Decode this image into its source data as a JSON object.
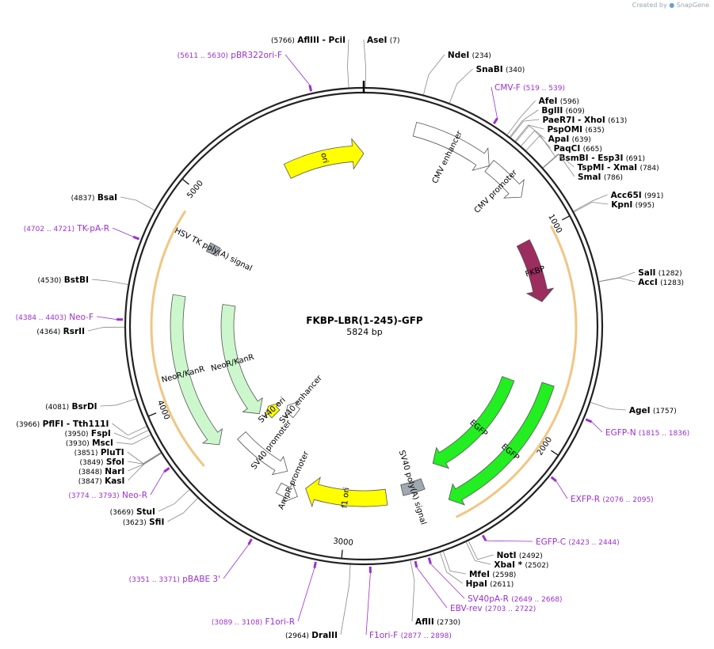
{
  "brand": {
    "prefix": "Created by",
    "name": "SnapGene"
  },
  "plasmid": {
    "name": "FKBP-LBR(1-245)-GFP",
    "length_label": "5824 bp",
    "length": 5824
  },
  "colors": {
    "backbone": "#222222",
    "primer": "#9b30d0",
    "site": "#000000",
    "ori": "#ffff00",
    "fkbp": "#9b2d5f",
    "egfp": "#22ee22",
    "neo": "#ccf7cc",
    "orf": "#e8a030"
  },
  "ticks": [
    {
      "label": "1000",
      "bp": 1000
    },
    {
      "label": "2000",
      "bp": 2000
    },
    {
      "label": "3000",
      "bp": 3000
    },
    {
      "label": "4000",
      "bp": 4000
    },
    {
      "label": "5000",
      "bp": 5000
    }
  ],
  "sites": [
    {
      "name": "AflIII",
      "name2": "PciI",
      "pos": "(5766)",
      "bp": 5766,
      "side": "L"
    },
    {
      "name": "AseI",
      "pos": "(7)",
      "bp": 7,
      "side": "R"
    },
    {
      "name": "NdeI",
      "pos": "(234)",
      "bp": 234,
      "side": "R"
    },
    {
      "name": "SnaBI",
      "pos": "(340)",
      "bp": 340,
      "side": "R"
    },
    {
      "name": "AfeI",
      "pos": "(596)",
      "bp": 596,
      "side": "R"
    },
    {
      "name": "BglII",
      "pos": "(609)",
      "bp": 609,
      "side": "R"
    },
    {
      "name": "PaeR7I",
      "name2": "XhoI",
      "pos": "(613)",
      "bp": 613,
      "side": "R"
    },
    {
      "name": "PspOMI",
      "pos": "(635)",
      "bp": 635,
      "side": "R"
    },
    {
      "name": "ApaI",
      "pos": "(639)",
      "bp": 639,
      "side": "R"
    },
    {
      "name": "PaqCI",
      "pos": "(665)",
      "bp": 665,
      "side": "R"
    },
    {
      "name": "BsmBI",
      "name2": "Esp3I",
      "pos": "(691)",
      "bp": 691,
      "side": "R"
    },
    {
      "name": "TspMI",
      "name2": "XmaI",
      "pos": "(784)",
      "bp": 784,
      "side": "R"
    },
    {
      "name": "SmaI",
      "pos": "(786)",
      "bp": 786,
      "side": "R"
    },
    {
      "name": "Acc65I",
      "pos": "(991)",
      "bp": 991,
      "side": "R"
    },
    {
      "name": "KpnI",
      "pos": "(995)",
      "bp": 995,
      "side": "R"
    },
    {
      "name": "SalI",
      "pos": "(1282)",
      "bp": 1282,
      "side": "R"
    },
    {
      "name": "AccI",
      "pos": "(1283)",
      "bp": 1283,
      "side": "R"
    },
    {
      "name": "AgeI",
      "pos": "(1757)",
      "bp": 1757,
      "side": "R"
    },
    {
      "name": "NotI",
      "pos": "(2492)",
      "bp": 2492,
      "side": "R"
    },
    {
      "name": "XbaI *",
      "pos": "(2502)",
      "bp": 2502,
      "side": "R"
    },
    {
      "name": "MfeI",
      "pos": "(2598)",
      "bp": 2598,
      "side": "R"
    },
    {
      "name": "HpaI",
      "pos": "(2611)",
      "bp": 2611,
      "side": "R"
    },
    {
      "name": "AflII",
      "pos": "(2730)",
      "bp": 2730,
      "side": "R"
    },
    {
      "name": "DraIII",
      "pos": "(2964)",
      "bp": 2964,
      "side": "L"
    },
    {
      "name": "SfiI",
      "pos": "(3623)",
      "bp": 3623,
      "side": "L"
    },
    {
      "name": "StuI",
      "pos": "(3669)",
      "bp": 3669,
      "side": "L"
    },
    {
      "name": "KasI",
      "pos": "(3847)",
      "bp": 3847,
      "side": "L"
    },
    {
      "name": "NarI",
      "pos": "(3848)",
      "bp": 3848,
      "side": "L"
    },
    {
      "name": "SfoI",
      "pos": "(3849)",
      "bp": 3849,
      "side": "L"
    },
    {
      "name": "PluTI",
      "pos": "(3851)",
      "bp": 3851,
      "side": "L"
    },
    {
      "name": "MscI",
      "pos": "(3930)",
      "bp": 3930,
      "side": "L"
    },
    {
      "name": "FspI",
      "pos": "(3950)",
      "bp": 3950,
      "side": "L"
    },
    {
      "name": "PflFI",
      "name2": "Tth111I",
      "pos": "(3966)",
      "bp": 3966,
      "side": "L"
    },
    {
      "name": "BsrDI",
      "pos": "(4081)",
      "bp": 4081,
      "side": "L"
    },
    {
      "name": "RsrII",
      "pos": "(4364)",
      "bp": 4364,
      "side": "L"
    },
    {
      "name": "BstBI",
      "pos": "(4530)",
      "bp": 4530,
      "side": "L"
    },
    {
      "name": "BsaI",
      "pos": "(4837)",
      "bp": 4837,
      "side": "L"
    }
  ],
  "primers": [
    {
      "name": "pBR322ori-F",
      "range": "(5611 .. 5630)",
      "bp": 5620,
      "side": "L"
    },
    {
      "name": "CMV-F",
      "range": "(519 .. 539)",
      "bp": 529,
      "side": "R"
    },
    {
      "name": "EGFP-N",
      "range": "(1815 .. 1836)",
      "bp": 1825,
      "side": "R"
    },
    {
      "name": "EXFP-R",
      "range": "(2076 .. 2095)",
      "bp": 2085,
      "side": "R"
    },
    {
      "name": "EGFP-C",
      "range": "(2423 .. 2444)",
      "bp": 2433,
      "side": "R"
    },
    {
      "name": "SV40pA-R",
      "range": "(2649 .. 2668)",
      "bp": 2658,
      "side": "R"
    },
    {
      "name": "EBV-rev",
      "range": "(2703 .. 2722)",
      "bp": 2712,
      "side": "R"
    },
    {
      "name": "F1ori-F",
      "range": "(2877 .. 2898)",
      "bp": 2887,
      "side": "R"
    },
    {
      "name": "F1ori-R",
      "range": "(3089 .. 3108)",
      "bp": 3098,
      "side": "L"
    },
    {
      "name": "pBABE 3'",
      "range": "(3351 .. 3371)",
      "bp": 3361,
      "side": "L"
    },
    {
      "name": "Neo-R",
      "range": "(3774 .. 3793)",
      "bp": 3783,
      "side": "L"
    },
    {
      "name": "Neo-F",
      "range": "(4384 .. 4403)",
      "bp": 4393,
      "side": "L"
    },
    {
      "name": "TK-pA-R",
      "range": "(4702 .. 4721)",
      "bp": 4711,
      "side": "L"
    }
  ],
  "features": [
    {
      "name": "ori",
      "type": "ori",
      "start": 5400,
      "end": 5824,
      "dir": 1
    },
    {
      "name": "CMV enhancer",
      "type": "promoter",
      "start": 235,
      "end": 615,
      "dir": 1
    },
    {
      "name": "CMV promoter",
      "type": "promoter",
      "start": 616,
      "end": 820,
      "dir": 1
    },
    {
      "name": "FKBP",
      "type": "fkbp",
      "start": 1010,
      "end": 1330,
      "dir": 1
    },
    {
      "name": "EGFP",
      "type": "egfp",
      "start": 1780,
      "end": 2480,
      "dir": 1
    },
    {
      "name": "EGFP",
      "type": "egfp",
      "start": 1740,
      "end": 2490,
      "dir": 1
    },
    {
      "name": "SV40 poly(A) signal",
      "type": "polya",
      "start": 2580,
      "end": 2700,
      "dir": 1
    },
    {
      "name": "f1 ori",
      "type": "ori",
      "start": 2790,
      "end": 3230,
      "dir": 1
    },
    {
      "name": "AmpR promoter",
      "type": "promoter",
      "start": 3255,
      "end": 3360,
      "dir": -1
    },
    {
      "name": "SV40 promoter",
      "type": "promoter",
      "start": 3360,
      "end": 3690,
      "dir": -1
    },
    {
      "name": "SV40 enhancer",
      "type": "promoter",
      "start": 3520,
      "end": 3620,
      "dir": 1
    },
    {
      "name": "SV40 ori",
      "type": "small_ori",
      "start": 3640,
      "end": 3720,
      "dir": 1
    },
    {
      "name": "NeoR/KanR",
      "type": "neo",
      "start": 3720,
      "end": 4510,
      "dir": -1
    },
    {
      "name": "NeoR/KanR",
      "type": "neo",
      "start": 3730,
      "end": 4520,
      "dir": -1
    },
    {
      "name": "HSV TK poly(A) signal",
      "type": "polya",
      "start": 4780,
      "end": 4830,
      "dir": 1
    }
  ]
}
